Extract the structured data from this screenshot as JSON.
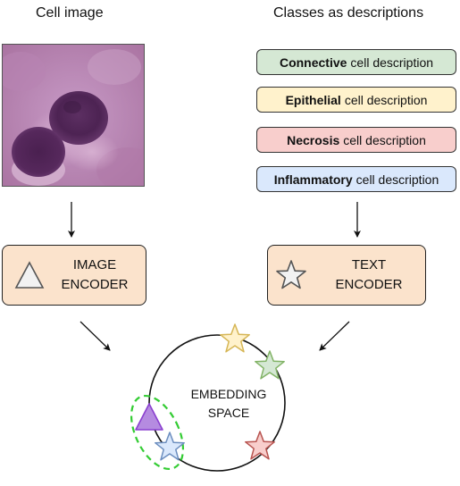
{
  "headings": {
    "left": "Cell image",
    "right": "Classes as descriptions"
  },
  "descriptions": [
    {
      "bold": "Connective",
      "rest": "cell description",
      "fill": "#d5e8d4"
    },
    {
      "bold": "Epithelial",
      "rest": "cell description",
      "fill": "#fff2cc"
    },
    {
      "bold": "Necrosis",
      "rest": "cell description",
      "fill": "#f8cecc"
    },
    {
      "bold": "Inflammatory",
      "rest": "cell description",
      "fill": "#dae8fc"
    }
  ],
  "encoders": {
    "image": {
      "line1": "IMAGE",
      "line2": "ENCODER",
      "icon": "triangle-icon"
    },
    "text": {
      "line1": "TEXT",
      "line2": "ENCODER",
      "icon": "star-icon"
    }
  },
  "embedding": {
    "line1": "EMBEDDING",
    "line2": "SPACE"
  },
  "colors": {
    "encoder_fill": "#fbe3cc",
    "star_yellow": "#fff2cc",
    "star_green": "#d5e8d4",
    "star_red": "#f8cecc",
    "star_blue": "#dae8fc",
    "triangle_purple": "#b58be0",
    "highlight_green": "#33cc33"
  }
}
